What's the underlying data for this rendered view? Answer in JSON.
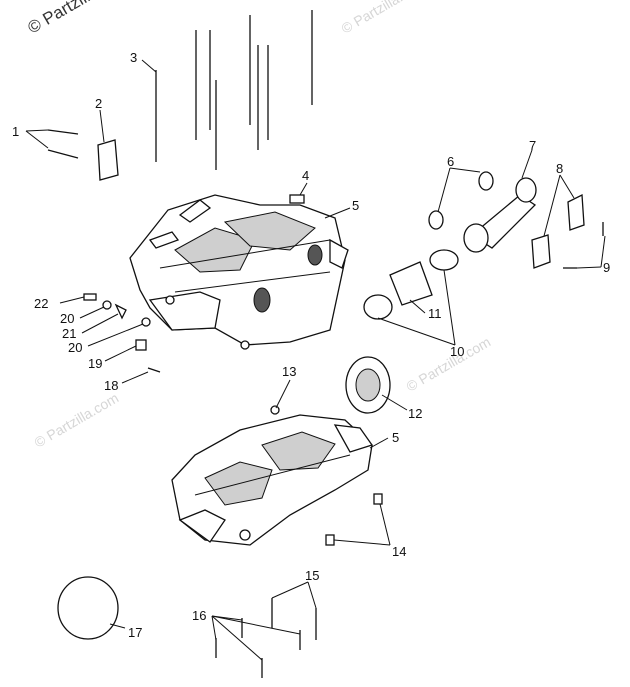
{
  "watermark": {
    "main": "© Partzilla.com",
    "faint": "© Partzilla.com"
  },
  "callouts": [
    {
      "id": "c1",
      "text": "1"
    },
    {
      "id": "c2",
      "text": "2"
    },
    {
      "id": "c3",
      "text": "3"
    },
    {
      "id": "c4",
      "text": "4"
    },
    {
      "id": "c5a",
      "text": "5"
    },
    {
      "id": "c5b",
      "text": "5"
    },
    {
      "id": "c6",
      "text": "6"
    },
    {
      "id": "c7",
      "text": "7"
    },
    {
      "id": "c8",
      "text": "8"
    },
    {
      "id": "c9",
      "text": "9"
    },
    {
      "id": "c10",
      "text": "10"
    },
    {
      "id": "c11",
      "text": "11"
    },
    {
      "id": "c12",
      "text": "12"
    },
    {
      "id": "c13",
      "text": "13"
    },
    {
      "id": "c14",
      "text": "14"
    },
    {
      "id": "c15",
      "text": "15"
    },
    {
      "id": "c16",
      "text": "16"
    },
    {
      "id": "c17",
      "text": "17"
    },
    {
      "id": "c18",
      "text": "18"
    },
    {
      "id": "c19",
      "text": "19"
    },
    {
      "id": "c20a",
      "text": "20"
    },
    {
      "id": "c20b",
      "text": "20"
    },
    {
      "id": "c21",
      "text": "21"
    },
    {
      "id": "c22",
      "text": "22"
    }
  ]
}
